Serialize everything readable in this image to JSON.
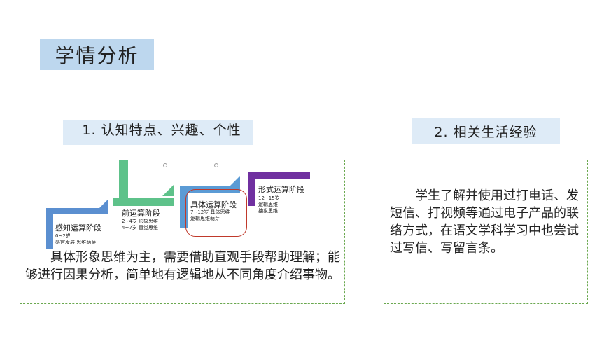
{
  "title": "学情分析",
  "section1": {
    "heading": "1. 认知特点、兴趣、个性",
    "body": "具体形象思维为主，需要借助直观手段帮助理解；能够进行因果分析，简单地有逻辑地从不同角度介绍事物。"
  },
  "section2": {
    "heading": "2. 相关生活经验",
    "body": "学生了解并使用过打电话、发短信、打视频等通过电子产品的联络方式，在语文学科学习中也尝试过写信、写留言条。"
  },
  "stages": [
    {
      "name": "感知运算阶段",
      "age": "0~2岁",
      "desc": "感官发展  思维萌芽",
      "color": "#5b8fd0"
    },
    {
      "name": "前运算阶段",
      "age": "2~4岁  形象思维",
      "desc": "4~7岁  直觉思维",
      "color": "#5ec28a"
    },
    {
      "name": "具体运算阶段",
      "age": "7~12岁  具体思维",
      "desc": "逻辑思维萌芽",
      "color": "#5b9bd5"
    },
    {
      "name": "形式运算阶段",
      "age": "12~15岁",
      "desc": "逻辑思维",
      "desc2": "抽象思维",
      "color": "#7030a0"
    }
  ]
}
